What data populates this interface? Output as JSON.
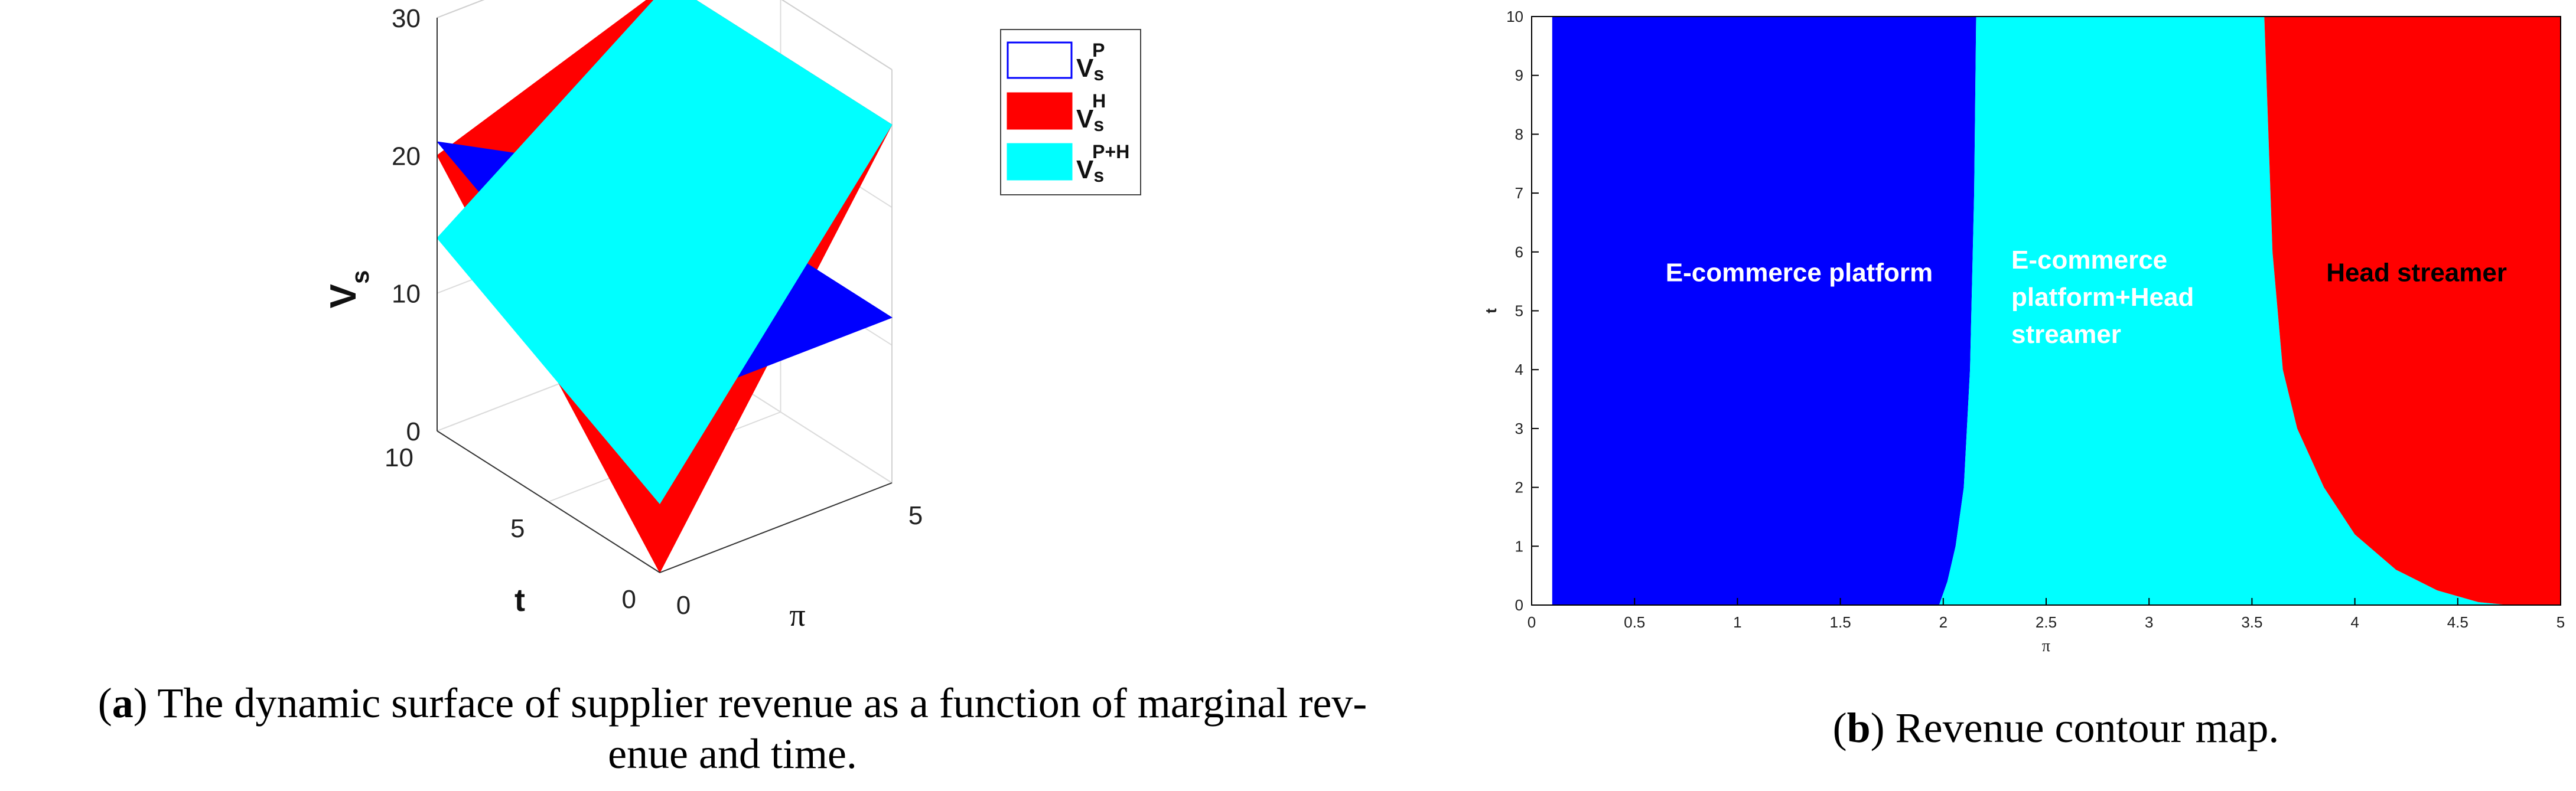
{
  "chart_data": [
    {
      "type": "surface3d",
      "xlabel": "π",
      "ylabel": "t",
      "zlabel": "V",
      "zlabel_sub": "s",
      "xlim": [
        0,
        5
      ],
      "ylim": [
        0,
        10
      ],
      "zlim": [
        0,
        30
      ],
      "x_ticks": [
        0,
        5
      ],
      "y_ticks": [
        0,
        5,
        10
      ],
      "z_ticks": [
        0,
        10,
        20,
        30
      ],
      "grid": true,
      "legend_position": "top-right",
      "legend": [
        {
          "base": "V",
          "sub": "s",
          "sup": "P",
          "color": "#0000ff"
        },
        {
          "base": "V",
          "sub": "s",
          "sup": "H",
          "color": "#ff0000"
        },
        {
          "base": "V",
          "sub": "s",
          "sup": "P+H",
          "color": "#00ffff"
        }
      ],
      "series": [
        {
          "color": "#ff0000",
          "corner_values": {
            "pi0_t0": 0,
            "pi5_t0": 26,
            "pi0_t10": 20,
            "pi5_t10": 26
          }
        },
        {
          "color": "#0000ff",
          "corner_values": {
            "pi0_t0": 12,
            "pi5_t0": 12,
            "pi0_t10": 21,
            "pi5_t10": 12
          }
        },
        {
          "color": "#00ffff",
          "corner_values": {
            "pi0_t0": 5,
            "pi5_t0": 26,
            "pi0_t10": 14,
            "pi5_t10": 26
          }
        }
      ]
    },
    {
      "type": "region_map",
      "xlabel": "π",
      "ylabel": "t",
      "xlim": [
        0,
        5
      ],
      "ylim": [
        0,
        10
      ],
      "x_ticks": [
        "0",
        "0.5",
        "1",
        "1.5",
        "2",
        "2.5",
        "3",
        "3.5",
        "4",
        "4.5",
        "5"
      ],
      "y_ticks": [
        "0",
        "1",
        "2",
        "3",
        "4",
        "5",
        "6",
        "7",
        "8",
        "9",
        "10"
      ],
      "regions": [
        {
          "label": "E-commerce platform",
          "color": "#0000ff",
          "text_color": "#ffffff",
          "label_at": [
            1.3,
            5.5
          ]
        },
        {
          "label": "E-commerce platform+Head streamer",
          "lines": [
            "E-commerce",
            "platform+Head",
            "streamer"
          ],
          "color": "#00ffff",
          "text_color": "#ffffff",
          "label_at": [
            2.35,
            5.5
          ]
        },
        {
          "label": "Head streamer",
          "color": "#ff0000",
          "text_color": "#000000",
          "label_at": [
            4.3,
            5.5
          ]
        }
      ],
      "boundary_platform_mixed": [
        [
          1.98,
          0
        ],
        [
          2.02,
          0.4
        ],
        [
          2.06,
          1
        ],
        [
          2.1,
          2
        ],
        [
          2.13,
          4
        ],
        [
          2.15,
          7
        ],
        [
          2.16,
          10
        ]
      ],
      "boundary_mixed_streamer": [
        [
          4.75,
          0
        ],
        [
          4.6,
          0.05
        ],
        [
          4.4,
          0.25
        ],
        [
          4.2,
          0.6
        ],
        [
          4.0,
          1.2
        ],
        [
          3.85,
          2
        ],
        [
          3.72,
          3
        ],
        [
          3.65,
          4
        ],
        [
          3.6,
          6
        ],
        [
          3.58,
          8
        ],
        [
          3.56,
          10
        ]
      ]
    }
  ],
  "captions": {
    "a": {
      "tag": "a",
      "lines": [
        "The dynamic surface of supplier revenue as a function of marginal rev-",
        "enue and time."
      ]
    },
    "b": {
      "tag": "b",
      "text": "Revenue contour map."
    }
  }
}
